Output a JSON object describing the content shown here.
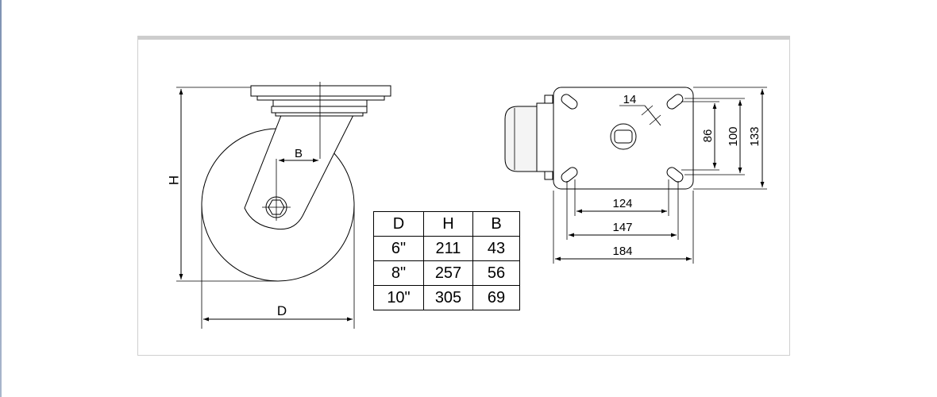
{
  "left_view": {
    "label_h": "H",
    "label_b": "B",
    "label_d": "D"
  },
  "table": {
    "headers": [
      "D",
      "H",
      "B"
    ],
    "rows": [
      [
        "6\"",
        "211",
        "43"
      ],
      [
        "8\"",
        "257",
        "56"
      ],
      [
        "10\"",
        "305",
        "69"
      ]
    ]
  },
  "right_view": {
    "dim_hole": "14",
    "dim_86": "86",
    "dim_100": "100",
    "dim_133": "133",
    "dim_124": "124",
    "dim_147": "147",
    "dim_184": "184"
  }
}
